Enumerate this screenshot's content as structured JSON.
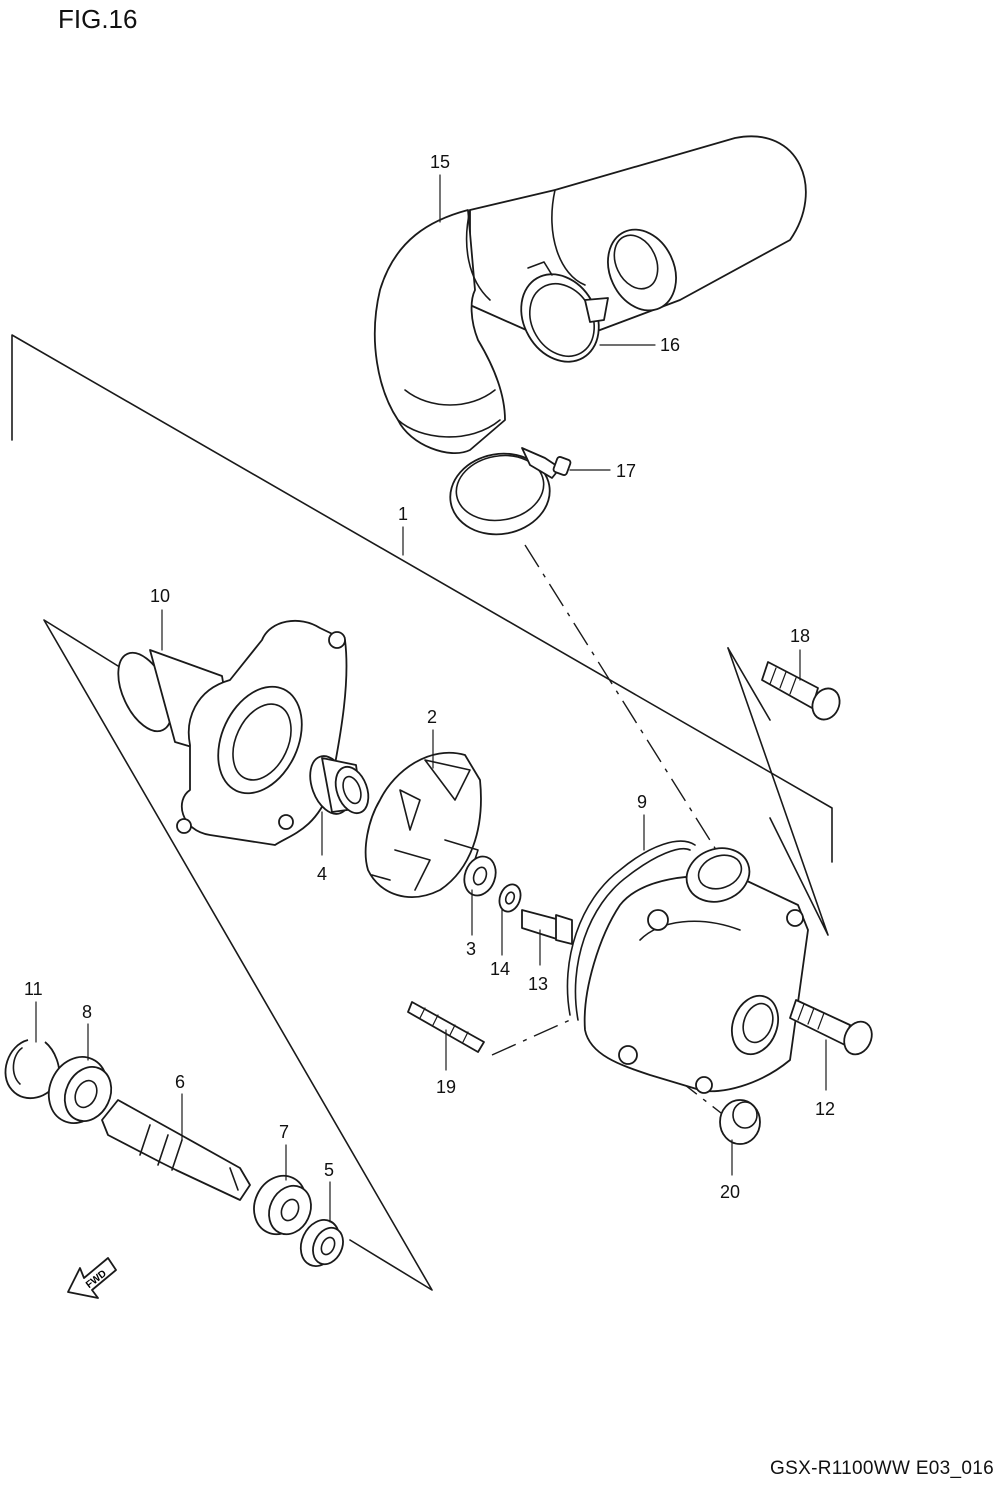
{
  "figure_title": "FIG.16",
  "footer_code": "GSX-R1100WW  E03_016",
  "fwd_label": "FWD",
  "callouts": [
    {
      "key": "c1",
      "label": "1"
    },
    {
      "key": "c2",
      "label": "2"
    },
    {
      "key": "c3",
      "label": "3"
    },
    {
      "key": "c4",
      "label": "4"
    },
    {
      "key": "c5",
      "label": "5"
    },
    {
      "key": "c6",
      "label": "6"
    },
    {
      "key": "c7",
      "label": "7"
    },
    {
      "key": "c8",
      "label": "8"
    },
    {
      "key": "c9",
      "label": "9"
    },
    {
      "key": "c10",
      "label": "10"
    },
    {
      "key": "c11",
      "label": "11"
    },
    {
      "key": "c12",
      "label": "12"
    },
    {
      "key": "c13",
      "label": "13"
    },
    {
      "key": "c14",
      "label": "14"
    },
    {
      "key": "c15",
      "label": "15"
    },
    {
      "key": "c16",
      "label": "16"
    },
    {
      "key": "c17",
      "label": "17"
    },
    {
      "key": "c18",
      "label": "18"
    },
    {
      "key": "c19",
      "label": "19"
    },
    {
      "key": "c20",
      "label": "20"
    }
  ]
}
